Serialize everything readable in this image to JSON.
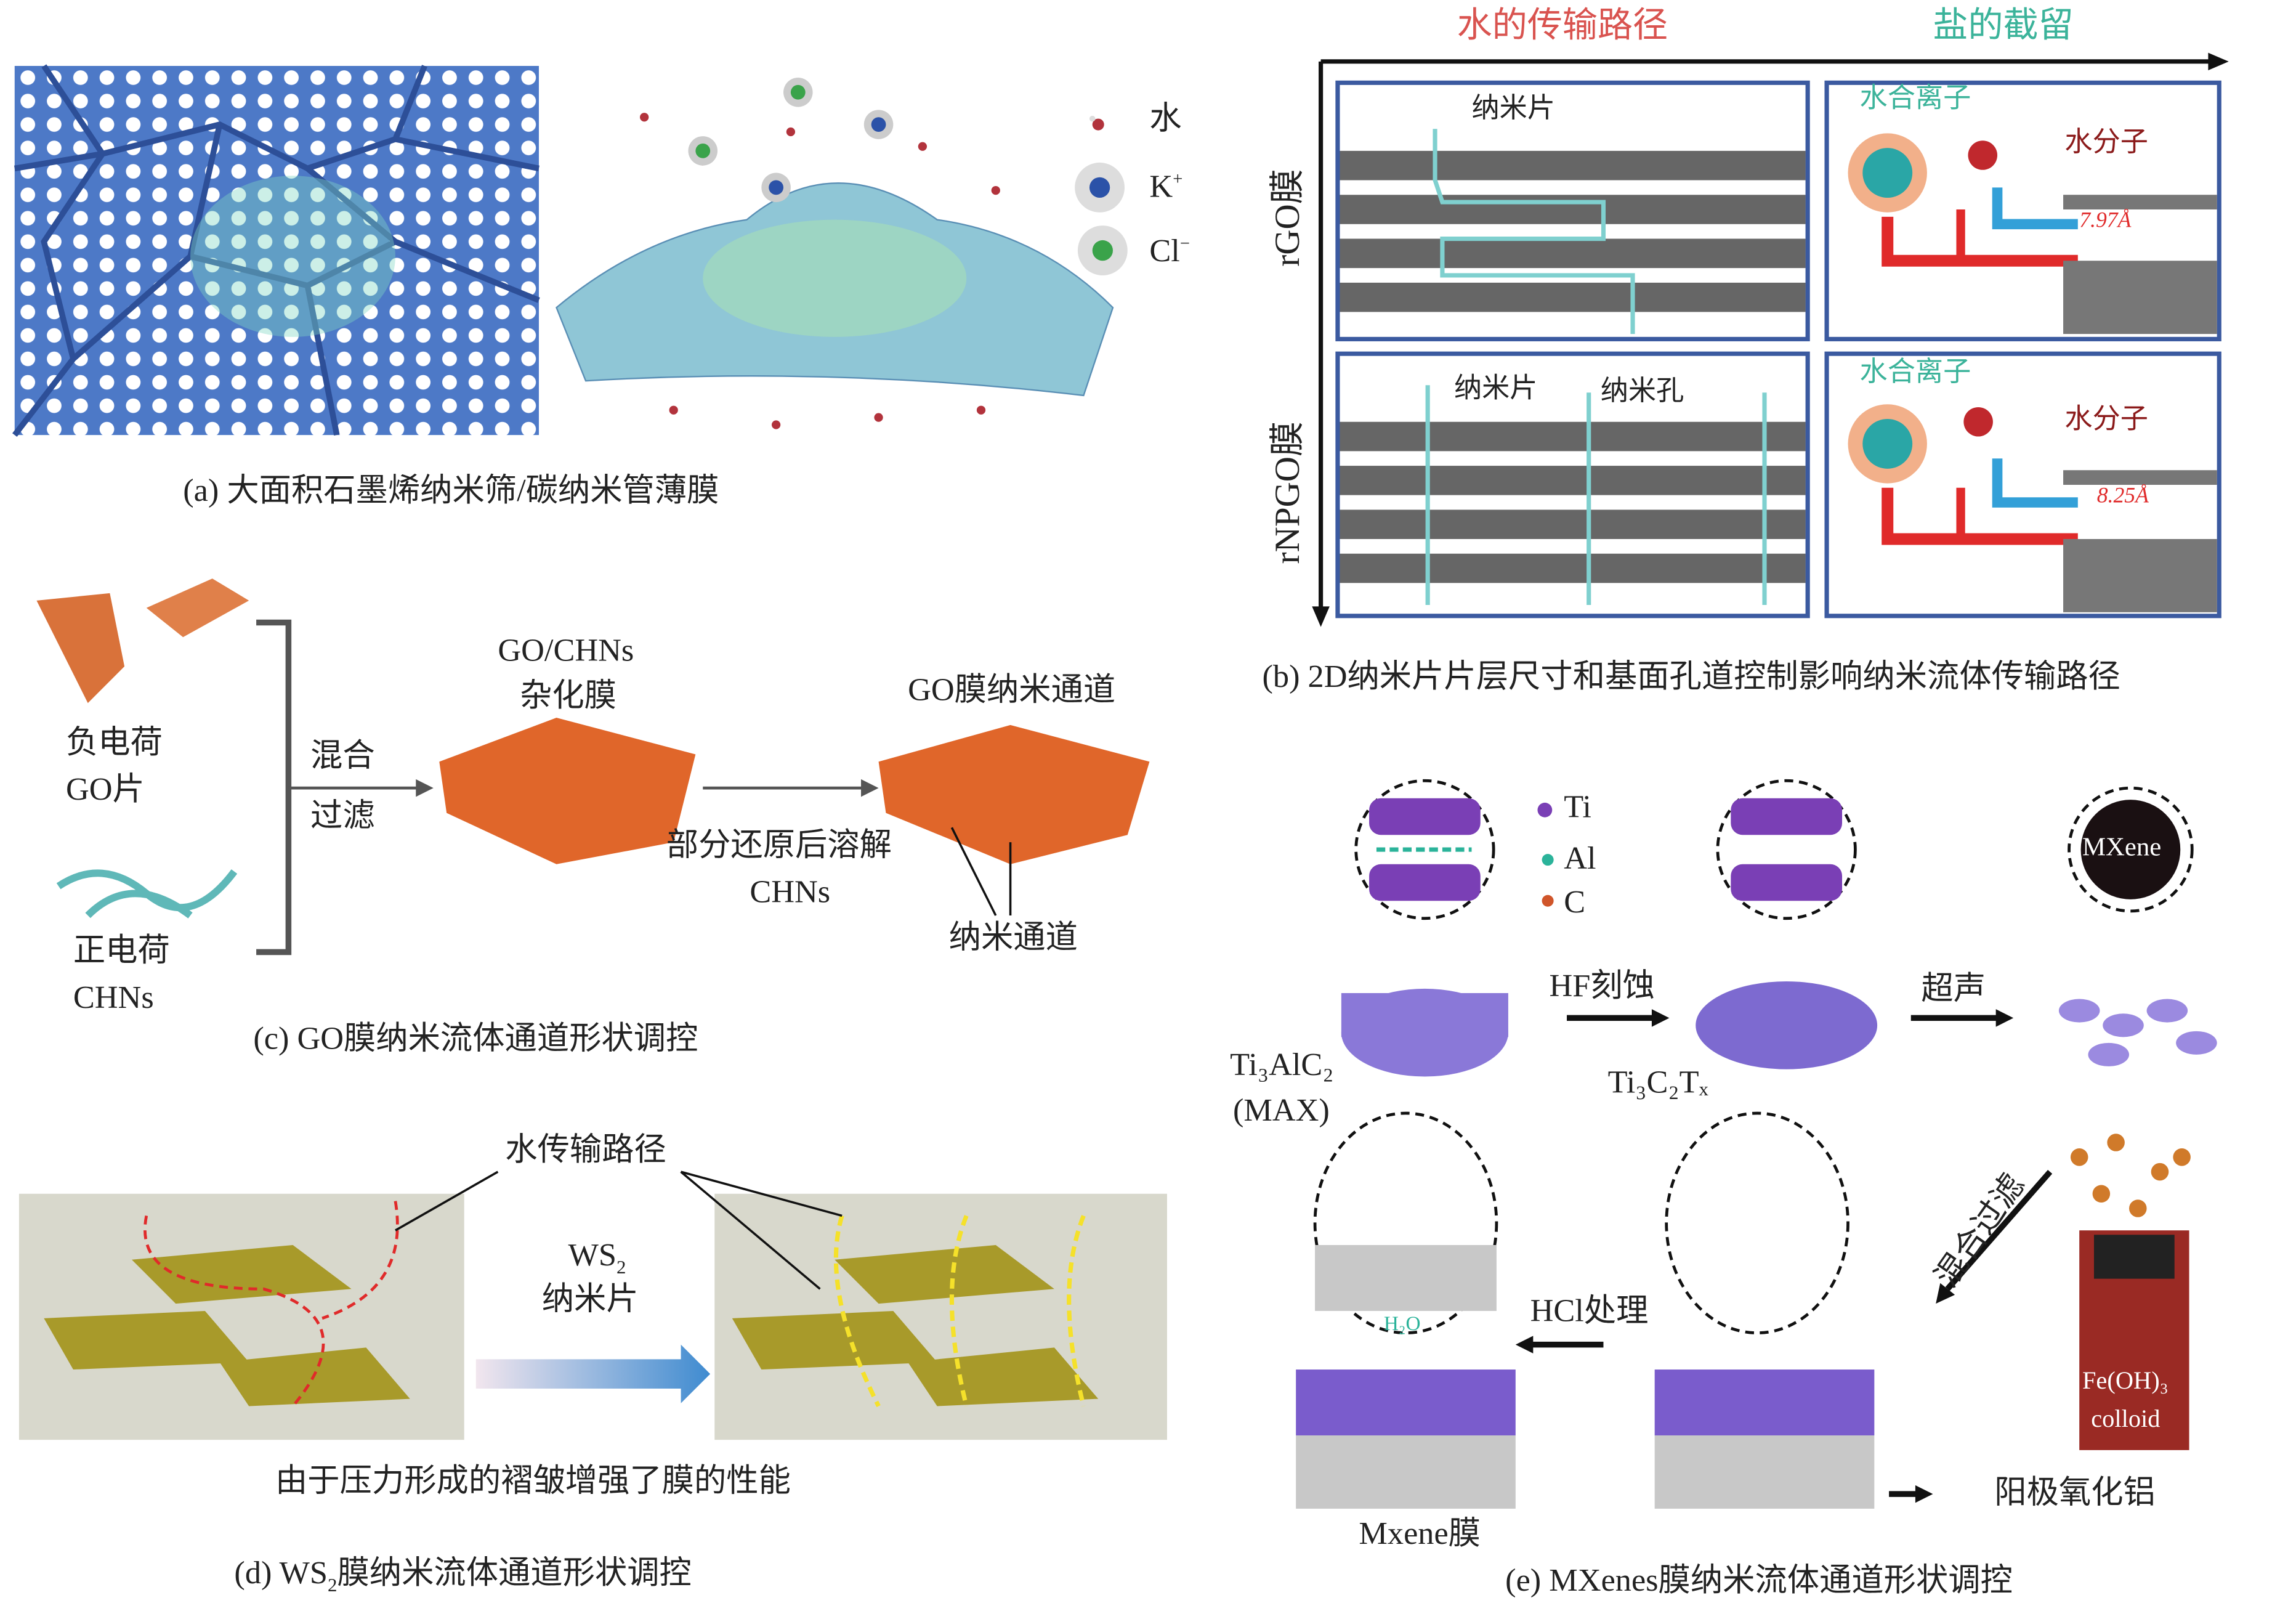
{
  "panel_a": {
    "caption": "(a) 大面积石墨烯纳米筛/碳纳米管薄膜",
    "legend": {
      "water": "水",
      "k": "K",
      "k_sup": "+",
      "cl": "Cl",
      "cl_sup": "−"
    }
  },
  "panel_b": {
    "header_water": "水的传输路径",
    "header_salt": "盐的截留",
    "row1_label": "rGO膜",
    "row2_label": "rNPGO膜",
    "nanosheet": "纳米片",
    "nanopore": "纳米孔",
    "hydrated_ion": "水合离子",
    "water_molecule": "水分子",
    "spacing1": "7.97Å",
    "spacing2": "8.25Å",
    "caption": "(b) 2D纳米片片层尺寸和基面孔道控制影响纳米流体传输路径",
    "colors": {
      "water": "#d9534f",
      "salt": "#3bb39a"
    }
  },
  "panel_c": {
    "neg_line1": "负电荷",
    "neg_line2": "GO片",
    "pos_line1": "正电荷",
    "pos_line2": "CHNs",
    "mix": "混合",
    "filter": "过滤",
    "hybrid_line1": "GO/CHNs",
    "hybrid_line2": "杂化膜",
    "channel_title": "GO膜纳米通道",
    "dissolve_line1": "部分还原后溶解",
    "dissolve_line2": "CHNs",
    "nanochannel": "纳米通道",
    "caption": "(c) GO膜纳米流体通道形状调控"
  },
  "panel_d": {
    "water_path": "水传输路径",
    "ws2": "WS",
    "ws2_sub": "2",
    "nanosheet": "纳米片",
    "note": "由于压力形成的褶皱增强了膜的性能",
    "caption_pre": "(d) WS",
    "caption_sub": "2",
    "caption_post": "膜纳米流体通道形状调控"
  },
  "panel_e": {
    "legend": [
      "Ti",
      "Al",
      "C"
    ],
    "legend_colors": [
      "#7a3fb5",
      "#2bb39a",
      "#d0552a"
    ],
    "hf": "HF刻蚀",
    "ultrasound": "超声",
    "max_formula": "Ti₃AlC₂",
    "max_label": "(MAX)",
    "mxene_formula": "Ti₃C₂Tₓ",
    "mxene": "MXene",
    "mix_filter": "混合过滤",
    "hcl": "HCl处理",
    "h2o": "H₂O",
    "feoh_line1": "Fe(OH)₃",
    "feoh_line2": "colloid",
    "aao": "阳极氧化铝",
    "membrane": "Mxene膜",
    "caption": "(e) MXenes膜纳米流体通道形状调控"
  }
}
